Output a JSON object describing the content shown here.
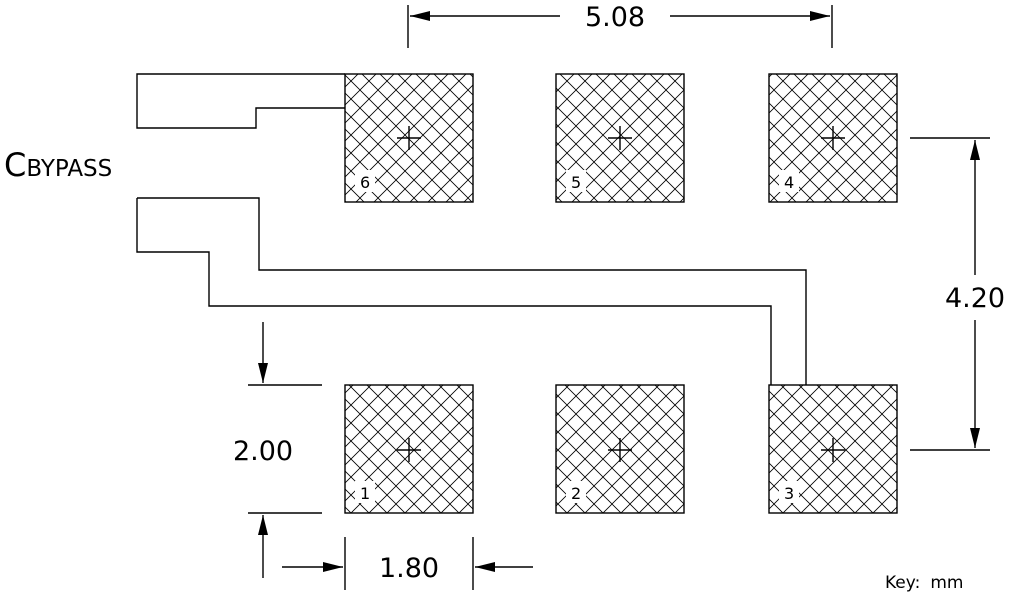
{
  "diagram": {
    "dimensions": {
      "pitch_horizontal": "5.08",
      "pitch_vertical": "4.20",
      "pad_height": "2.00",
      "pad_width": "1.80"
    },
    "pads": [
      {
        "number": "6"
      },
      {
        "number": "5"
      },
      {
        "number": "4"
      },
      {
        "number": "1"
      },
      {
        "number": "2"
      },
      {
        "number": "3"
      }
    ],
    "component_label": {
      "prefix": "C",
      "suffix": "BYPASS"
    },
    "key": {
      "label": "Key:",
      "unit": "mm"
    }
  }
}
